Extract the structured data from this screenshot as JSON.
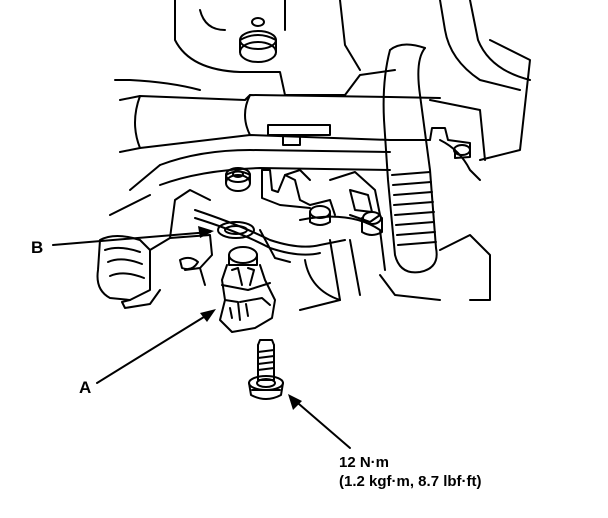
{
  "callouts": {
    "b": "B",
    "a": "A"
  },
  "torque": {
    "line1": "12 N·m",
    "line2": "(1.2 kgf·m, 8.7 lbf·ft)"
  },
  "colors": {
    "ink": "#000000",
    "paper": "#ffffff"
  }
}
